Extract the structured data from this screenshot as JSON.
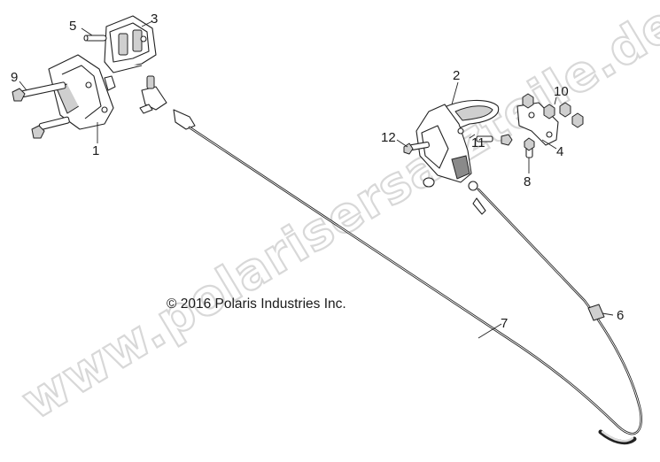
{
  "watermark": "www.polarisersatzteile.de",
  "copyright": "© 2016 Polaris Industries Inc.",
  "callouts": [
    {
      "id": "1",
      "label": "1"
    },
    {
      "id": "2",
      "label": "2"
    },
    {
      "id": "3",
      "label": "3"
    },
    {
      "id": "4",
      "label": "4"
    },
    {
      "id": "5",
      "label": "5"
    },
    {
      "id": "6",
      "label": "6"
    },
    {
      "id": "7",
      "label": "7"
    },
    {
      "id": "8",
      "label": "8"
    },
    {
      "id": "9",
      "label": "9"
    },
    {
      "id": "10",
      "label": "10"
    },
    {
      "id": "11",
      "label": "11"
    },
    {
      "id": "12",
      "label": "12"
    }
  ]
}
